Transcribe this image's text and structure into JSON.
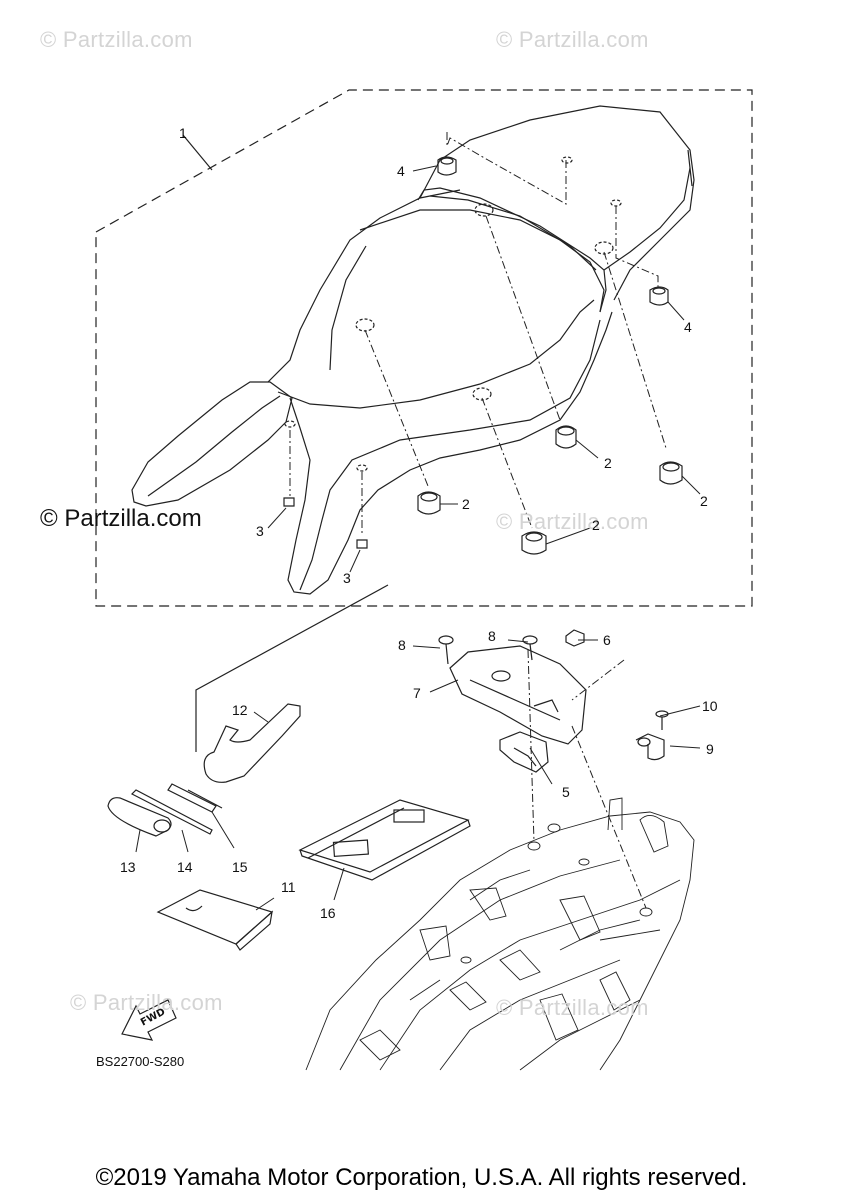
{
  "watermarks": {
    "faded": "© Partzilla.com",
    "dark": "© Partzilla.com"
  },
  "callouts": {
    "c1": "1",
    "c2a": "2",
    "c2b": "2",
    "c2c": "2",
    "c2d": "2",
    "c3a": "3",
    "c3b": "3",
    "c4a": "4",
    "c4b": "4",
    "c5": "5",
    "c6": "6",
    "c7": "7",
    "c8a": "8",
    "c8b": "8",
    "c9": "9",
    "c10": "10",
    "c11": "11",
    "c12": "12",
    "c13": "13",
    "c14": "14",
    "c15": "15",
    "c16": "16"
  },
  "diagram_code": "BS22700-S280",
  "fwd_label": "FWD",
  "copyright": "©2019 Yamaha Motor Corporation, U.S.A. All rights reserved."
}
